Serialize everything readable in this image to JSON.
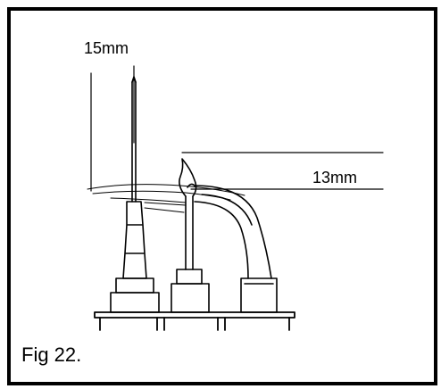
{
  "dimensions": {
    "vertical_gap": "15mm",
    "horizontal_gap": "13mm"
  },
  "caption": "Fig 22.",
  "colors": {
    "ink": "#000000",
    "paper": "#ffffff"
  }
}
